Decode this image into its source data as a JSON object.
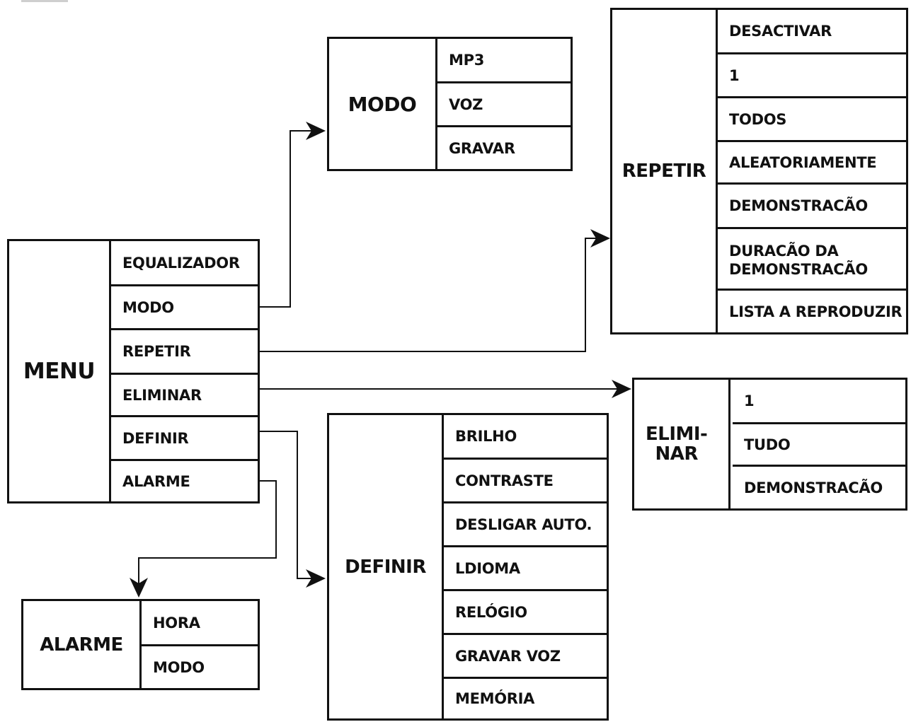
{
  "menu": {
    "title": "MENU",
    "items": [
      "EQUALIZADOR",
      "MODO",
      "REPETIR",
      "ELIMINAR",
      "DEFINIR",
      "ALARME"
    ]
  },
  "modo": {
    "title": "MODO",
    "items": [
      "MP3",
      "VOZ",
      "GRAVAR"
    ]
  },
  "repetir": {
    "title": "REPETIR",
    "items": [
      "DESACTIVAR",
      "1",
      "TODOS",
      "ALEATORIAMENTE",
      "DEMONSTRACÃO",
      "DURACÃO DA DEMONSTRACÃO",
      "LISTA A REPRODUZIR"
    ]
  },
  "eliminar": {
    "title": "ELIMI-\nNAR",
    "items": [
      "1",
      "TUDO",
      "DEMONSTRACÃO"
    ]
  },
  "definir": {
    "title": "DEFINIR",
    "items": [
      "BRILHO",
      "CONTRASTE",
      "DESLIGAR AUTO.",
      "LDIOMA",
      "RELÓGIO",
      "GRAVAR VOZ",
      "MEMÓRIA"
    ]
  },
  "alarme": {
    "title": "ALARME",
    "items": [
      "HORA",
      "MODO"
    ]
  }
}
